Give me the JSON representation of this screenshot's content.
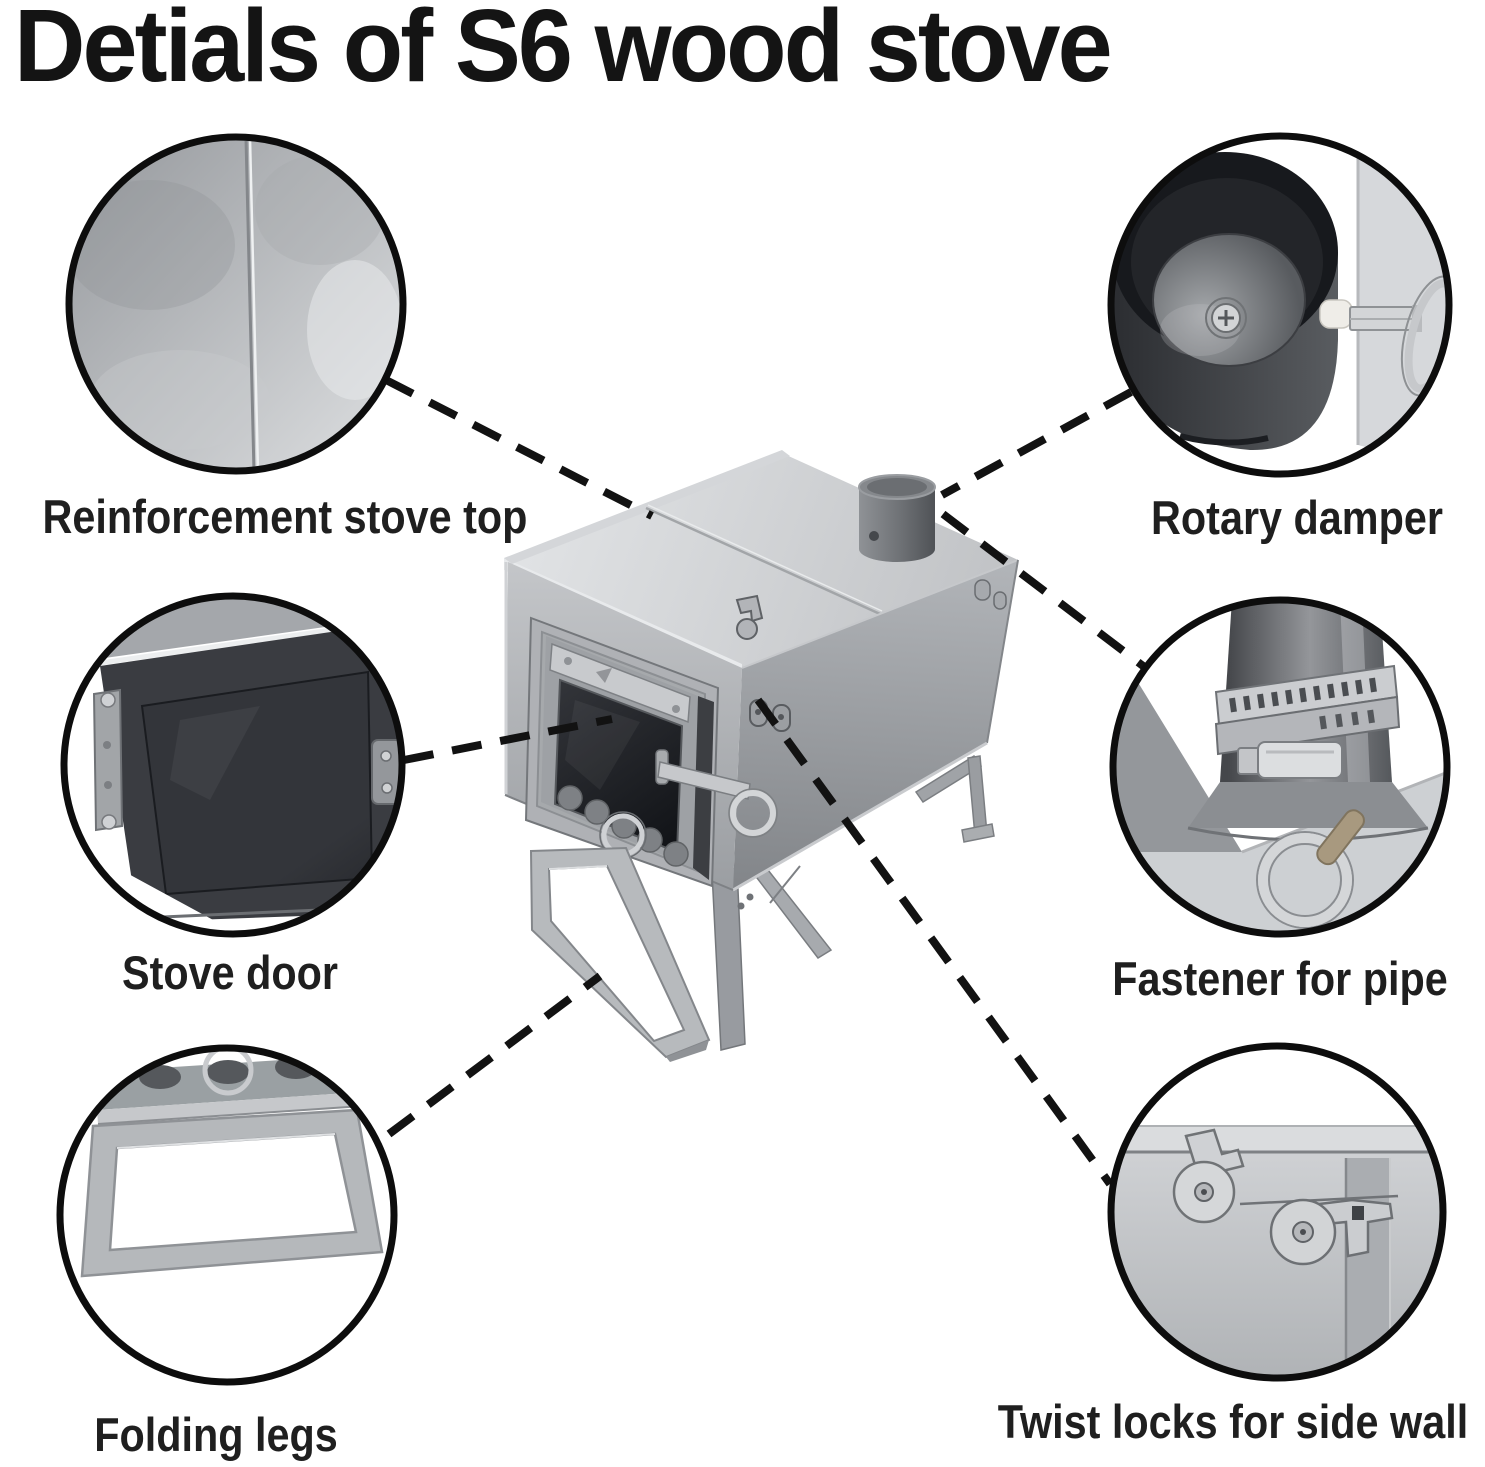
{
  "title": "Detials of S6 wood stove",
  "callouts": [
    {
      "label": "Reinforcement stove top"
    },
    {
      "label": "Rotary damper"
    },
    {
      "label": "Stove door"
    },
    {
      "label": "Fastener for pipe"
    },
    {
      "label": "Folding legs"
    },
    {
      "label": "Twist locks for side wall"
    }
  ],
  "colors": {
    "background": "#ffffff",
    "ink": "#1c1c1c",
    "leader_line": "#121212",
    "circle_outline": "#0d0d0d",
    "steel_light": "#d6d8da",
    "steel_mid": "#a7aaae",
    "steel_dark": "#55585c",
    "glass": "#17191d"
  }
}
